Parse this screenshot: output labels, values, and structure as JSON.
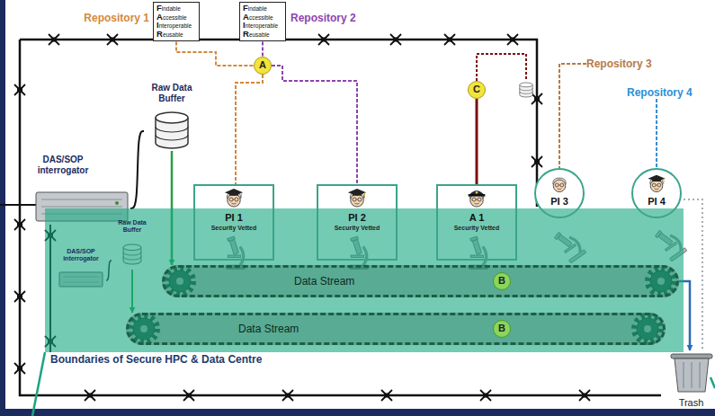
{
  "diagram": {
    "nodes": [
      {
        "text": [
          "Repository 1",
          "Findable",
          "Accessible",
          "Interoperable",
          "Reusable"
        ]
      },
      {
        "text": [
          "Repository 2",
          "Findable",
          "Accessible",
          "Interoperable",
          "Reusable"
        ]
      },
      {
        "text": [
          "A"
        ]
      },
      {
        "text": [
          "C"
        ]
      },
      {
        "text": [
          "Repository 3"
        ]
      },
      {
        "text": [
          "Repository 4"
        ]
      },
      {
        "text": [
          "PI 1",
          "Security Vetted"
        ]
      },
      {
        "text": [
          "PI 2",
          "Security Vetted"
        ]
      },
      {
        "text": [
          "A 1",
          "Security Vetted"
        ]
      },
      {
        "text": [
          "PI 3"
        ]
      },
      {
        "text": [
          "PI 4"
        ]
      },
      {
        "text": [
          "Boundaries of Secure HPC & Data Centre"
        ]
      },
      {
        "text": [
          "Raw Data Buffer"
        ]
      },
      {
        "text": [
          "DAS/SOP interrogator"
        ]
      },
      {
        "text": [
          "Raw Data Buffer"
        ],
        "in": 11
      },
      {
        "text": [
          "DAS/SOP interrogator"
        ],
        "in": 11
      },
      {
        "text": [
          "Data Stream"
        ],
        "in": 11
      },
      {
        "text": [
          "B"
        ],
        "in": 16
      },
      {
        "text": [
          "Data Stream"
        ],
        "in": 11
      },
      {
        "text": [
          "B"
        ],
        "in": 18
      },
      {
        "text": [
          "Trash"
        ]
      }
    ],
    "edges": [
      {
        "from": 0,
        "to": 2,
        "arrow": "none"
      },
      {
        "from": 1,
        "to": 2,
        "arrow": "none"
      },
      {
        "from": 2,
        "to": 6,
        "arrow": "none"
      },
      {
        "from": 2,
        "to": 7,
        "arrow": "none"
      },
      {
        "from": 8,
        "to": 3,
        "arrow": "none"
      },
      {
        "from": 4,
        "to": 9,
        "arrow": "none"
      },
      {
        "from": 5,
        "to": 10,
        "arrow": "none"
      },
      {
        "from": 13,
        "to": 12,
        "arrow": "none"
      },
      {
        "from": 12,
        "to": 16,
        "arrow": "to"
      },
      {
        "from": 15,
        "to": 14,
        "arrow": "none"
      },
      {
        "from": 14,
        "to": 18,
        "arrow": "to"
      },
      {
        "from": 16,
        "to": 20,
        "arrow": "to"
      }
    ]
  }
}
